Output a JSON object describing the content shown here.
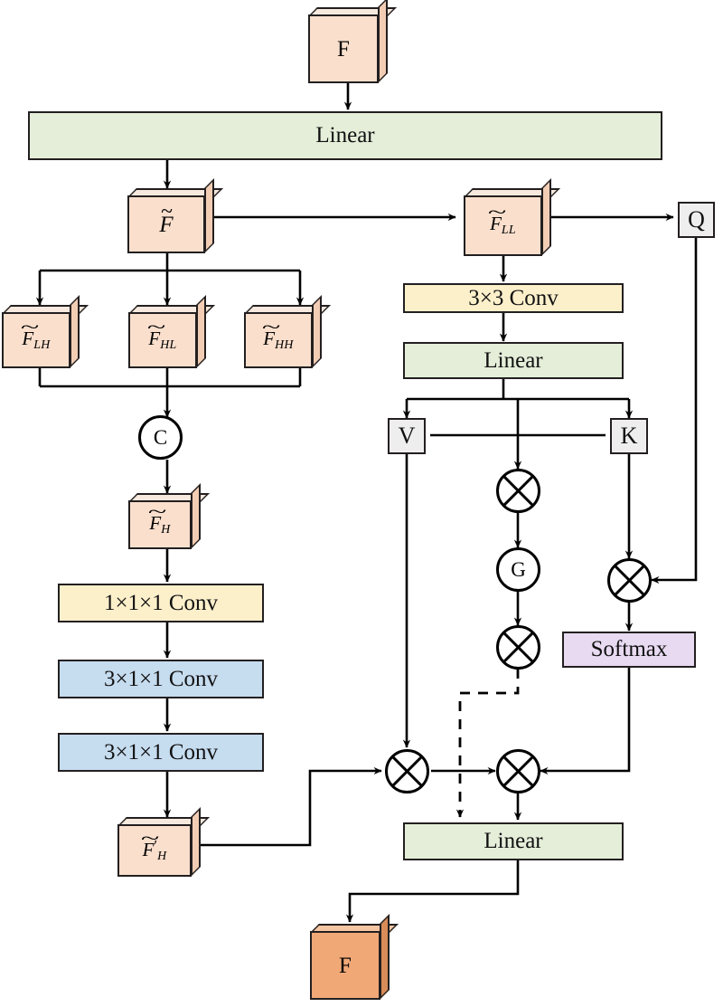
{
  "diagram": {
    "title": "Wavelet attention module block diagram",
    "colors": {
      "feature_cube_fill": "#fadfcd",
      "output_cube_fill": "#f0a877",
      "linear_fill": "#e4eed9",
      "conv_yellow_fill": "#fcf0cb",
      "conv_blue_fill": "#c6dcef",
      "softmax_fill": "#e8daf1",
      "qkv_fill": "#eeeeee",
      "stroke": "#231f20"
    },
    "nodes": {
      "input_feature": "F",
      "linear_top": "Linear",
      "f_tilde": "F",
      "f_ll": "F",
      "f_ll_sub": "LL",
      "f_lh": "F",
      "f_lh_sub": "LH",
      "f_hl": "F",
      "f_hl_sub": "HL",
      "f_hh": "F",
      "f_hh_sub": "HH",
      "concat": "C",
      "f_h": "F",
      "f_h_sub": "H",
      "conv_1x1x1": "1×1×1 Conv",
      "conv_3x1x1_a": "3×1×1 Conv",
      "conv_3x1x1_b": "3×1×1 Conv",
      "f_h_prime": "F",
      "f_h_prime_sub": "H",
      "f_h_prime_mark": "′",
      "conv_3x3": "3×3 Conv",
      "linear_mid": "Linear",
      "q": "Q",
      "k": "K",
      "v": "V",
      "gate": "G",
      "softmax": "Softmax",
      "mul_kv": "⊗",
      "mul_gate_in": "⊗",
      "mul_gate_out": "⊗",
      "mul_qk": "⊗",
      "mul_left_bottom": "⊗",
      "mul_right_bottom": "⊗",
      "linear_bottom": "Linear",
      "output_feature": "F"
    }
  }
}
